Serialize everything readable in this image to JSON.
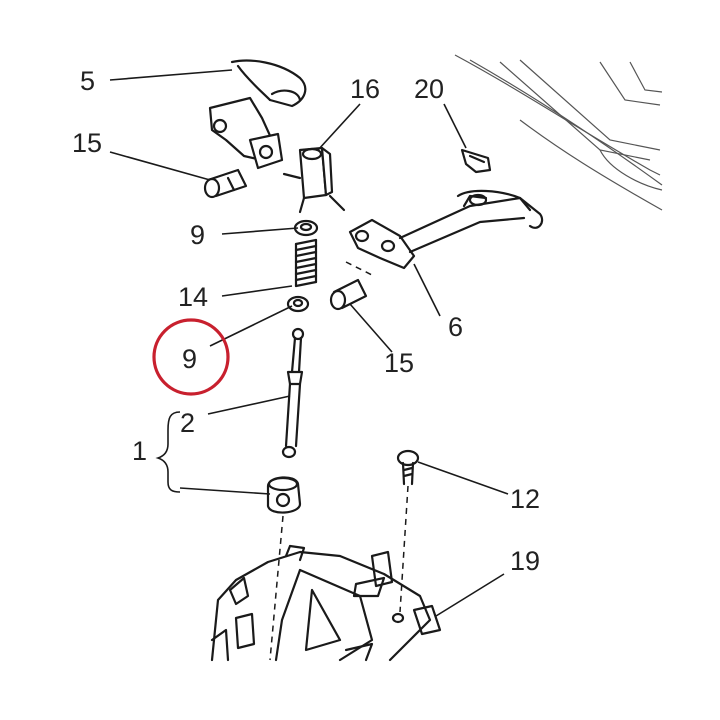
{
  "callouts": {
    "c5": "5",
    "c16": "16",
    "c20": "20",
    "c15a": "15",
    "c9a": "9",
    "c14": "14",
    "c6": "6",
    "c9b": "9",
    "c15b": "15",
    "c2": "2",
    "c1": "1",
    "c12": "12",
    "c19": "19"
  },
  "colors": {
    "highlight": "#c8202e",
    "line": "#1a1a1a"
  },
  "highlighted_callout": "9"
}
